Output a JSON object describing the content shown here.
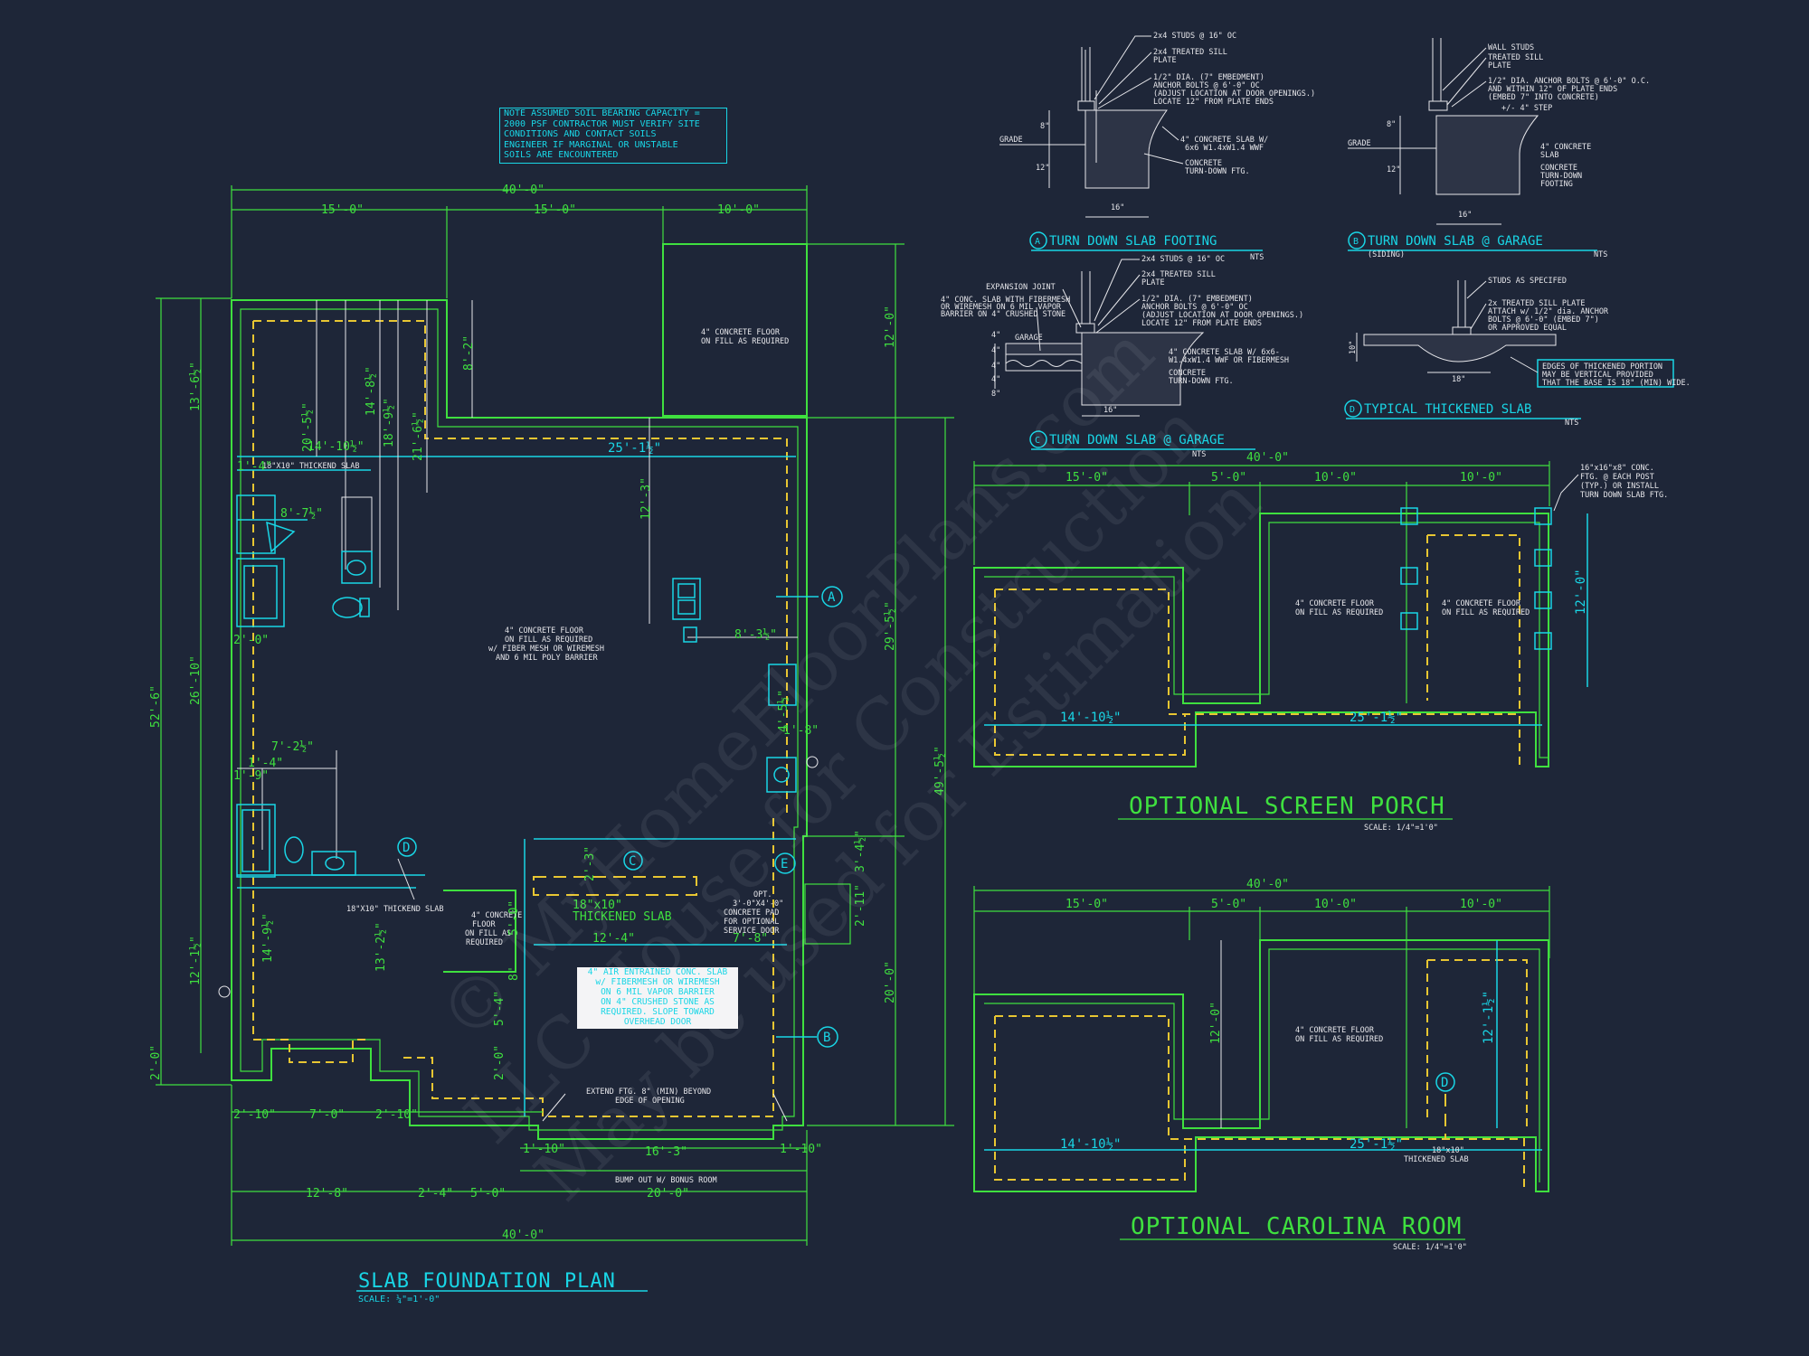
{
  "note": {
    "lines": [
      "NOTE ASSUMED SOIL BEARING CAPACITY =",
      "2000 PSF CONTRACTOR MUST VERIFY SITE",
      "CONDITIONS AND CONTACT SOILS",
      "ENGINEER IF MARGINAL OR UNSTABLE",
      "SOILS ARE ENCOUNTERED"
    ]
  },
  "slab_box": {
    "lines": [
      "4\" AIR ENTRAINED CONC. SLAB",
      "w/ FIBERMESH OR WIREMESH",
      "ON 6 MIL VAPOR BARRIER",
      "ON 4\" CRUSHED STONE AS",
      "REQUIRED. SLOPE TOWARD",
      "OVERHEAD DOOR"
    ]
  },
  "plan": {
    "title": "SLAB FOUNDATION PLAN",
    "scale": "SCALE: ¼\"=1'-0\"",
    "dims": {
      "top_total": "40'-0\"",
      "top_a": "15'-0\"",
      "top_b": "15'-0\"",
      "top_c": "10'-0\"",
      "bottom_total": "40'-0\"",
      "bot_a": "12'-8\"",
      "bot_b": "2'-4\"",
      "bot_c": "5'-0\"",
      "bot_d": "20'-0\"",
      "bot_e": "2'-10\"",
      "bot_f": "7'-0\"",
      "bot_g": "2'-10\"",
      "bot_h": "16'-3\"",
      "bot_i": "1'-10\"",
      "bot_j": "1'-10\"",
      "left_total": "52'-6\"",
      "left_a": "13'-6½\"",
      "left_b": "26'-10\"",
      "left_c": "12'-1½\"",
      "left_d": "2'-0\"",
      "right_total": "49'-5½\"",
      "right_a": "12'-0\"",
      "right_b": "29'-5½\"",
      "right_c": "20'-0\"",
      "r_small_a": "3'-4½\"",
      "r_small_b": "2'-11\"",
      "i_25": "25'-1½\"",
      "i_14": "14'-10½\"",
      "i_8_7": "8'-7½\"",
      "i_8_3": "8'-3½\"",
      "i_12_3": "12'-3\"",
      "i_8_2": "8'-2\"",
      "i_20": "20'-5½\"",
      "i_14_8": "14'-8½\"",
      "i_18": "18'-9½\"",
      "i_21": "21'-6½\"",
      "i_1_4": "1'-4\"",
      "i_2_0": "2'-0\"",
      "i_7_2": "7'-2½\"",
      "i_1_4b": "1'-4\"",
      "i_1_9": "1'-9\"",
      "i_1_8": "1'-8\"",
      "i_4_5": "4'-5½\"",
      "i_12_4": "12'-4\"",
      "i_7_8": "7'-8\"",
      "i_5_0": "5'-0\"",
      "i_5_4": "5'-4\"",
      "i_2_0b": "2'-0\"",
      "i_14_9": "14'-9½\"",
      "i_13_2": "13'-2½\"",
      "i_8": "8\"",
      "i_2_3": "2'-3\""
    },
    "labels": {
      "floor_top": [
        "4\" CONCRETE FLOOR",
        "ON FILL AS REQUIRED"
      ],
      "floor_main": [
        "4\" CONCRETE FLOOR",
        "ON FILL AS REQUIRED",
        "w/ FIBER MESH OR WIREMESH",
        "AND 6 MIL POLY BARRIER"
      ],
      "floor_small": [
        "4\" CONCRETE",
        "FLOOR",
        "ON FILL AS",
        "REQUIRED"
      ],
      "thick_1": "18\"X10\" THICKEND SLAB",
      "thick_2": "18\"X10\" THICKEND SLAB",
      "thick_3": [
        "18\"x10\"",
        "THICKENED SLAB"
      ],
      "pad": [
        "OPT.",
        "3'-0\"X4'-0\"",
        "CONCRETE PAD",
        "FOR OPTIONAL",
        "SERVICE DOOR"
      ],
      "extend": [
        "EXTEND FTG. 8\" (MIN) BEYOND",
        "EDGE OF OPENING"
      ],
      "bump": "BUMP OUT W/ BONUS ROOM",
      "tag_a": "A",
      "tag_b": "B",
      "tag_c": "C",
      "tag_d": "D",
      "tag_e": "E"
    }
  },
  "details": {
    "a_title": "TURN DOWN SLAB FOOTING",
    "a_tag": "A",
    "a_nts": "NTS",
    "a_notes": [
      "2x4 STUDS @ 16\" OC",
      "2x4 TREATED SILL",
      "PLATE",
      "1/2\" DIA. (7\" EMBEDMENT)",
      "ANCHOR BOLTS @ 6'-0\" OC",
      "(ADJUST LOCATION AT DOOR OPENINGS.)",
      "LOCATE 12\" FROM PLATE ENDS",
      "4\" CONCRETE SLAB W/",
      "6x6 W1.4xW1.4 WWF",
      "CONCRETE",
      "TURN-DOWN FTG."
    ],
    "a_dims": [
      "GRADE",
      "8\"",
      "12\"",
      "16\""
    ],
    "b_title": "TURN DOWN SLAB @ GARAGE",
    "b_tag": "B",
    "b_sub": "(SIDING)",
    "b_nts": "NTS",
    "b_notes": [
      "WALL STUDS",
      "TREATED SILL",
      "PLATE",
      "1/2\" DIA. ANCHOR BOLTS @ 6'-0\" O.C.",
      "AND WITHIN 12\" OF PLATE ENDS",
      "(EMBED 7\" INTO CONCRETE)",
      "+/- 4\" STEP",
      "4\" CONCRETE",
      "SLAB",
      "CONCRETE",
      "TURN-DOWN",
      "FOOTING"
    ],
    "b_dims": [
      "GRADE",
      "8\"",
      "12\"",
      "16\""
    ],
    "c_title": "TURN DOWN SLAB @ GARAGE",
    "c_tag": "C",
    "c_nts": "NTS",
    "c_notes": [
      "2x4 STUDS @ 16\" OC",
      "2x4 TREATED SILL",
      "PLATE",
      "1/2\" DIA. (7\" EMBEDMENT)",
      "ANCHOR BOLTS @ 6'-0\" OC",
      "(ADJUST LOCATION AT DOOR OPENINGS.)",
      "LOCATE 12\" FROM PLATE ENDS",
      "4\" CONCRETE SLAB W/ 6x6-",
      "W1.4xW1.4 WWF OR FIBERMESH",
      "CONCRETE",
      "TURN-DOWN FTG."
    ],
    "c_left": [
      "EXPANSION JOINT",
      "4\" CONC. SLAB WITH FIBERMESH",
      "OR WIREMESH ON 6 MIL VAPOR",
      "BARRIER ON 4\" CRUSHED STONE",
      "GARAGE"
    ],
    "c_dims": [
      "4\"",
      "4\"",
      "4\"",
      "4\"",
      "8\"",
      "16\""
    ],
    "d_title": "TYPICAL THICKENED SLAB",
    "d_tag": "D",
    "d_nts": "NTS",
    "d_notes": [
      "STUDS AS SPECIFED",
      "2x TREATED SILL PLATE",
      "ATTACH w/ 1/2\" dia. ANCHOR",
      "BOLTS @ 6'-0\" (EMBED 7\")",
      "OR APPROVED EQUAL"
    ],
    "d_box": [
      "EDGES OF THICKENED PORTION",
      "MAY BE VERTICAL PROVIDED",
      "THAT THE BASE IS 18\" (MIN) WIDE."
    ],
    "d_dims": [
      "10\"",
      "18\""
    ]
  },
  "porch": {
    "title": "OPTIONAL SCREEN PORCH",
    "scale": "SCALE: 1/4\"=1'0\"",
    "dims": [
      "40'-0\"",
      "15'-0\"",
      "5'-0\"",
      "10'-0\"",
      "10'-0\"",
      "14'-10½\"",
      "25'-1½\"",
      "12'-0\""
    ],
    "floor_a": [
      "4\" CONCRETE FLOOR",
      "ON FILL AS REQUIRED"
    ],
    "floor_b": [
      "4\" CONCRETE FLOOR",
      "ON FILL AS REQUIRED"
    ],
    "ftg_note": [
      "16\"x16\"x8\" CONC.",
      "FTG. @ EACH POST",
      "(TYP.) OR INSTALL",
      "TURN DOWN SLAB FTG."
    ]
  },
  "carolina": {
    "title": "OPTIONAL CAROLINA ROOM",
    "scale": "SCALE: 1/4\"=1'0\"",
    "dims": [
      "40'-0\"",
      "15'-0\"",
      "5'-0\"",
      "10'-0\"",
      "10'-0\"",
      "14'-10½\"",
      "25'-1½\"",
      "12'-0\"",
      "12'-1½\""
    ],
    "floor": [
      "4\" CONCRETE FLOOR",
      "ON FILL AS REQUIRED"
    ],
    "thick": [
      "18\"x10\"",
      "THICKENED SLAB"
    ],
    "tag": "D"
  },
  "watermark": [
    "© MyHomeFloorPlans.com",
    "LLC House for Construction",
    "May be used for Estimation"
  ]
}
